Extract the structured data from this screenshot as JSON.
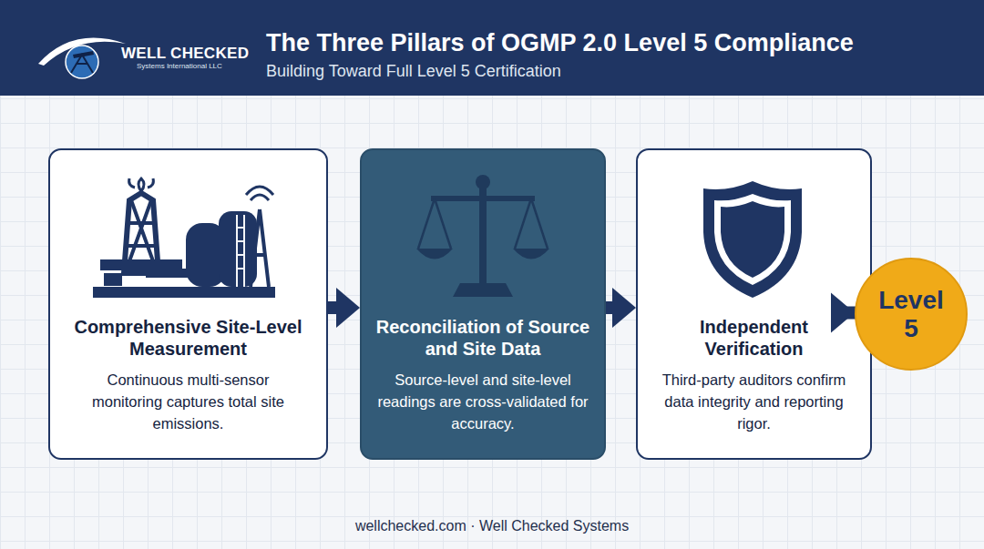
{
  "diagram": {
    "title": "The Three Pillars of OGMP 2.0 Level 5 Compliance",
    "nodes": [
      {
        "text": [
          "Comprehensive Site-Level Measurement",
          "Continuous multi-sensor monitoring captures total site emissions."
        ]
      },
      {
        "text": [
          "Reconciliation of Source and Site Data",
          "Source-level and site-level readings are cross-validated for accuracy."
        ]
      },
      {
        "text": [
          "Independent Verification",
          "Third-party auditors confirm data integrity and reporting rigor."
        ]
      },
      {
        "text": [
          "Level 5"
        ]
      }
    ],
    "edges": [
      {
        "from": 0,
        "to": 1,
        "arrow": "to"
      },
      {
        "from": 1,
        "to": 2,
        "arrow": "to"
      },
      {
        "from": 2,
        "to": 3,
        "arrow": "to"
      }
    ],
    "labels": [
      "WELL CHECKED",
      "Systems International LLC",
      "Building Toward Full Level 5 Certification",
      "wellchecked.com · Well Checked Systems"
    ]
  }
}
